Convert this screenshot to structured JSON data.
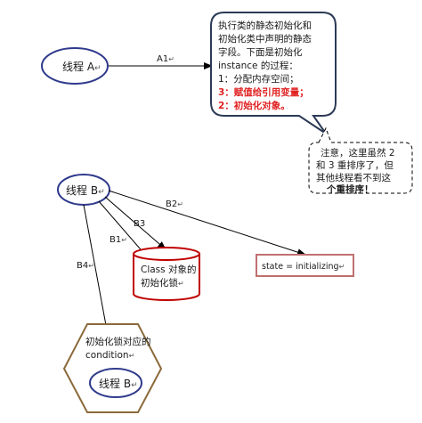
{
  "thread_a": {
    "label": "线程 A",
    "mark": "↵"
  },
  "edge_a1": {
    "label": "A1",
    "mark": "↵"
  },
  "callout_main": {
    "lines": [
      "执行类的静态初始化和",
      "初始化类中声明的静态",
      "字段。下面是初始化",
      "instance 的过程：",
      "1：分配内存空间；",
      "3：赋值给引用变量；",
      "2：初始化对象。"
    ],
    "colors": {
      "text": "#1a1a1a",
      "highlight": "#e02020",
      "border": "#2b3a55"
    }
  },
  "callout_note": {
    "lines": [
      "注意，这里虽然 2",
      "和 3 重排序了，但",
      "其他线程看不到这",
      "个重排序！"
    ]
  },
  "thread_b": {
    "label": "线程 B",
    "mark": "↵"
  },
  "edges_b": {
    "b1": "B1",
    "b2": "B2",
    "b3": "B3",
    "b4": "B4",
    "mark": "↵"
  },
  "cylinder": {
    "lines": [
      "Class 对象的",
      "初始化锁"
    ],
    "mark": "↵",
    "stroke": "#c00000"
  },
  "state_box": {
    "text": "state = initializing",
    "mark": "↵",
    "stroke": "#c07070"
  },
  "hexagon": {
    "lines": [
      "初始化锁对应的",
      "condition"
    ],
    "mark": "↵",
    "stroke": "#8a6a3a"
  },
  "thread_b_waiting": {
    "label": "线程 B",
    "mark": "↵"
  },
  "ellipse_stroke": "#2f3a8c"
}
